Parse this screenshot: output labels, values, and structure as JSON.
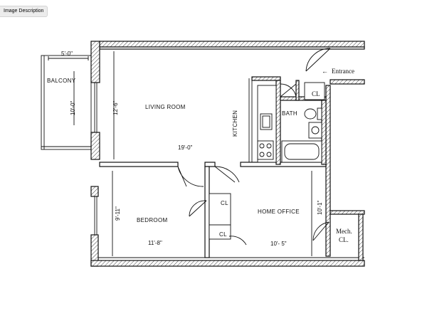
{
  "tab": {
    "label": "Image Description"
  },
  "plan": {
    "rooms": {
      "balcony": "BALCONY",
      "living_room": "LIVING ROOM",
      "kitchen": "KITCHEN",
      "bath": "BATH",
      "bedroom": "BEDROOM",
      "home_office": "HOME OFFICE",
      "closet_entry": "CL",
      "closet_bedroom_top": "CL",
      "closet_bedroom_bottom": "CL",
      "mech_closet_line1": "Mech.",
      "mech_closet_line2": "CL."
    },
    "entrance": "Entrance",
    "entrance_arrow": "←",
    "dimensions": {
      "balcony_width": "5'-0\"",
      "balcony_depth": "10'-0\"",
      "living_depth": "12'-6\"",
      "living_width": "19'-0\"",
      "bedroom_depth": "9'-11\"",
      "bedroom_width": "11'-8\"",
      "office_depth": "10'-1\"",
      "office_width": "10'- 5\""
    }
  }
}
